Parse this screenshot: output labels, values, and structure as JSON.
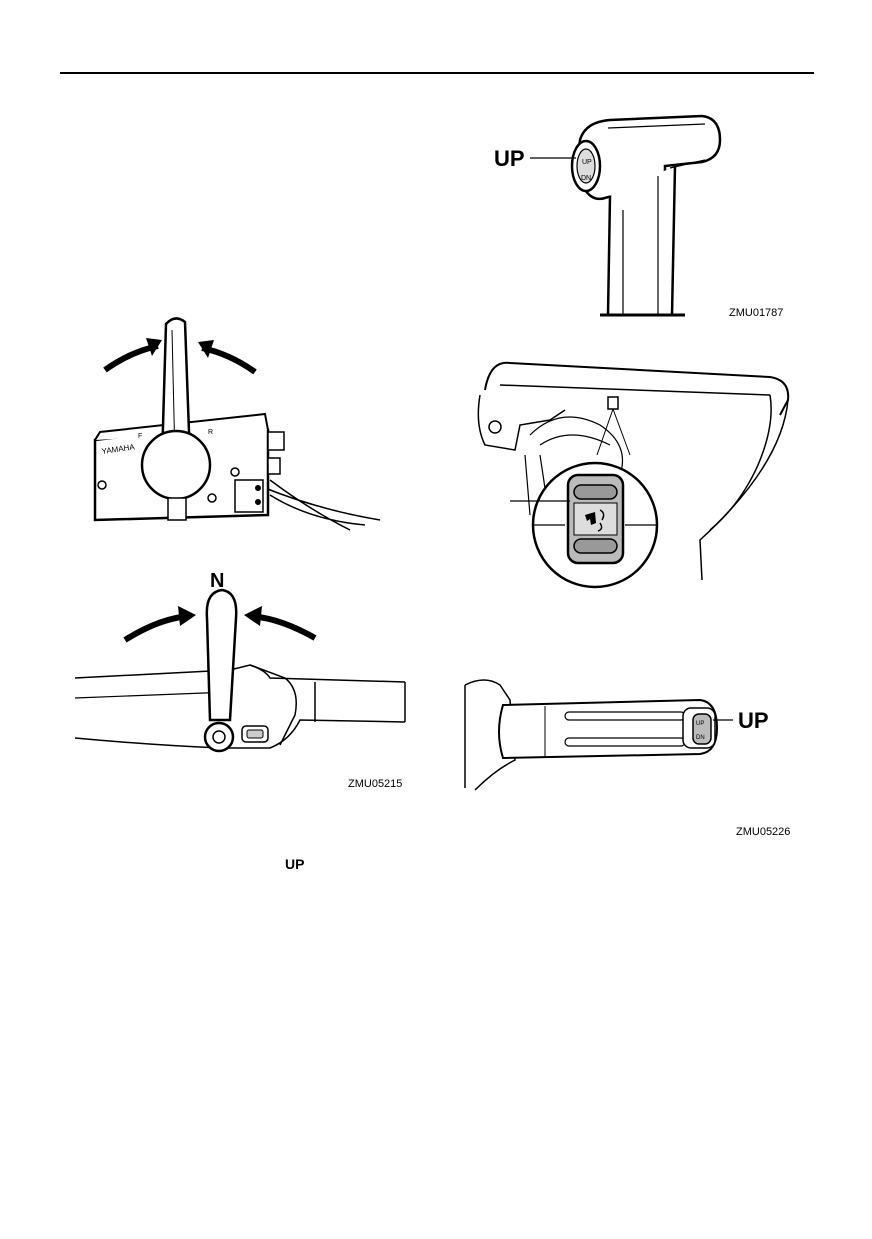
{
  "figures": {
    "tilt_handle": {
      "label": "UP",
      "switch_up": "UP",
      "switch_dn": "DN",
      "code": "ZMU01787"
    },
    "remote_control": {
      "plate_text": "YAMAHA",
      "mark_f": "F",
      "mark_r": "R"
    },
    "cowling_switch": {},
    "tiller_neutral": {
      "label": "N",
      "code": "ZMU05215"
    },
    "tiller_grip": {
      "label": "UP",
      "switch_up": "UP",
      "switch_dn": "DN",
      "code": "ZMU05226"
    }
  },
  "text": {
    "up_word": "UP"
  }
}
